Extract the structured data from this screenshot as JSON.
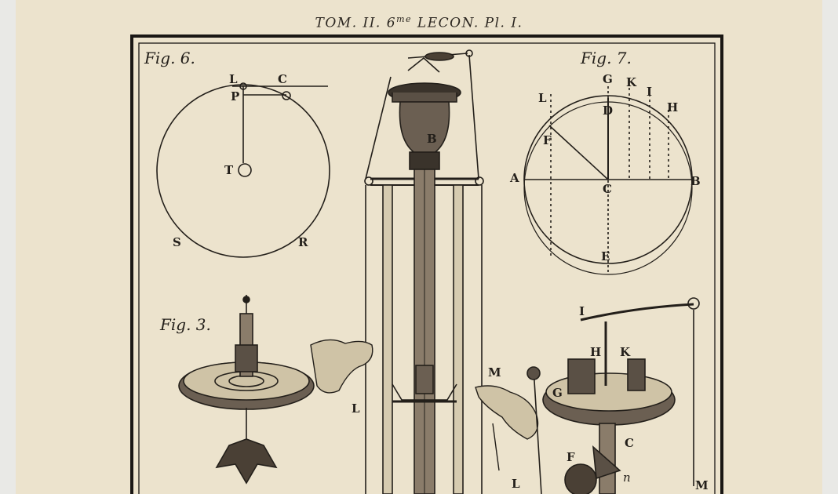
{
  "header": {
    "prefix": "TOM. II. 6",
    "sup": "me",
    "suffix": " LECON. Pl. I."
  },
  "figures": {
    "fig6": "Fig. 6.",
    "fig7": "Fig. 7.",
    "fig3": "Fig. 3."
  },
  "letters": {
    "L": "L",
    "C": "C",
    "P": "P",
    "T": "T",
    "S": "S",
    "R": "R",
    "G": "G",
    "K": "K",
    "I": "I",
    "H": "H",
    "D": "D",
    "F": "F",
    "A": "A",
    "B": "B",
    "E": "E",
    "M": "M",
    "n": "n"
  },
  "colors": {
    "paper": "#ece3cd",
    "ink": "#231f1a",
    "frame": "#1a1714"
  }
}
